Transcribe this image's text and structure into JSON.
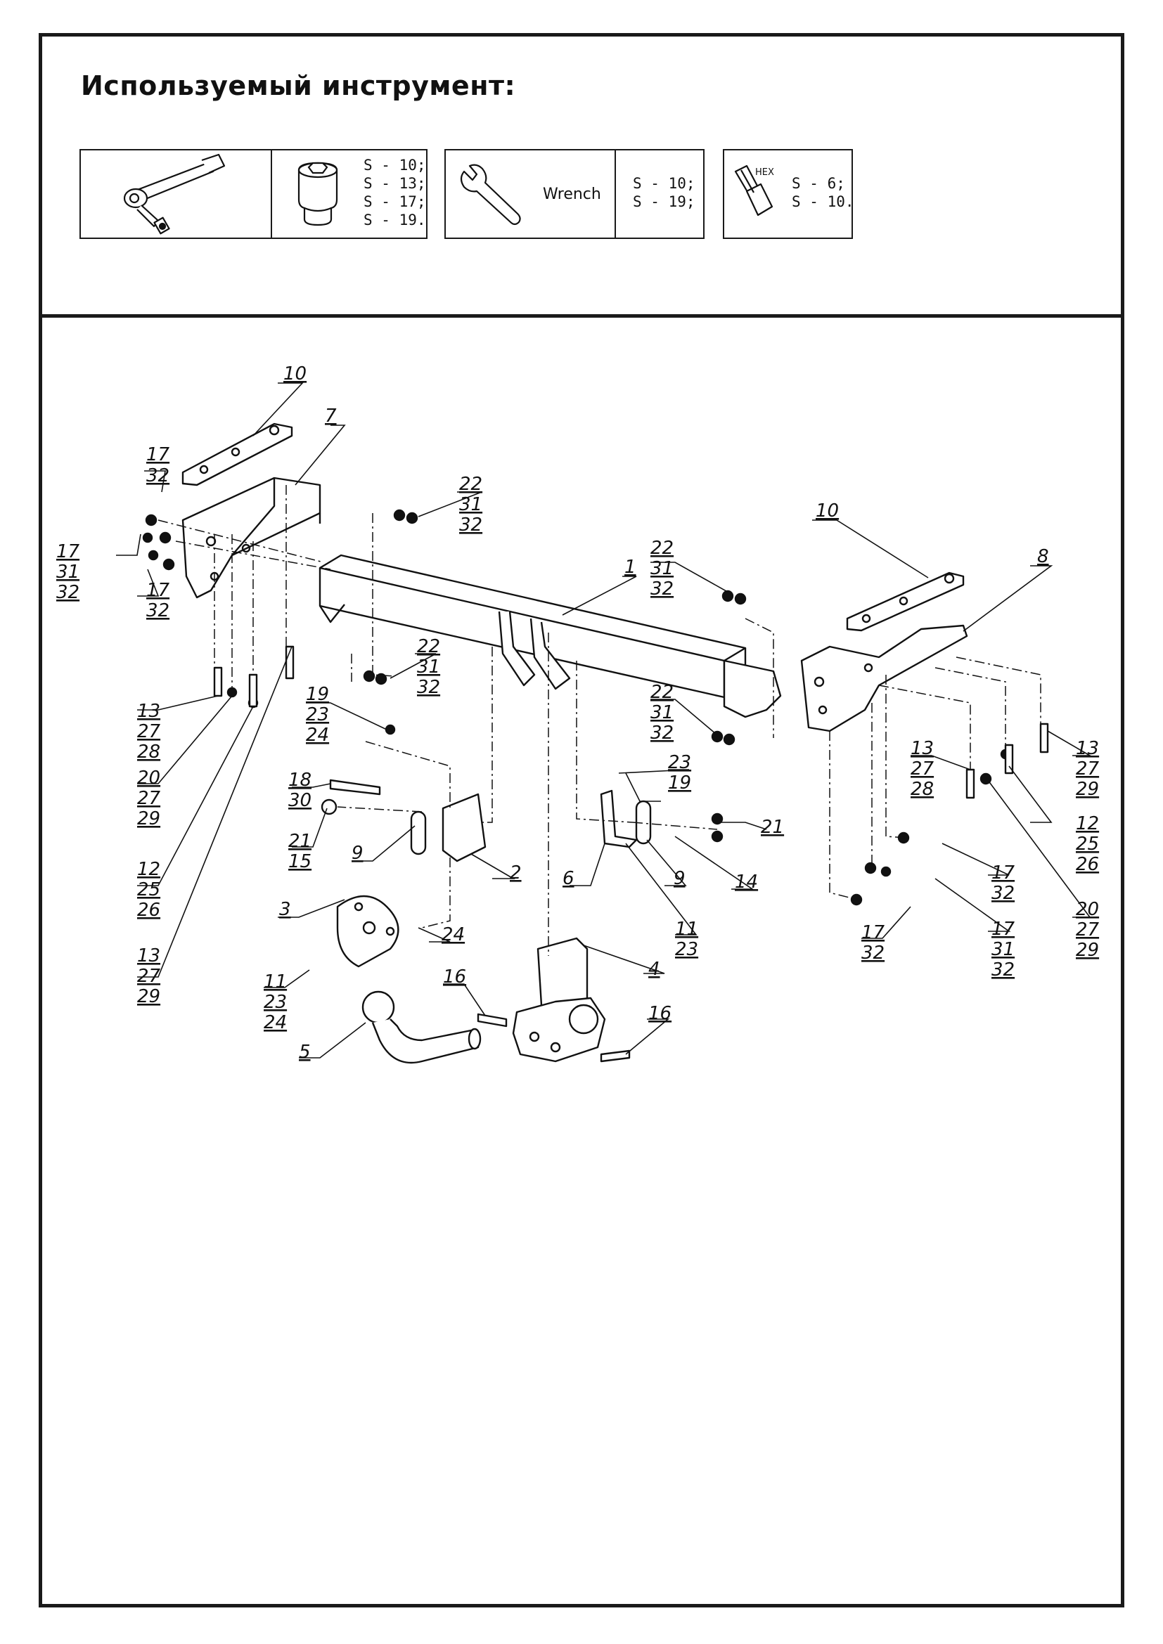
{
  "header": {
    "title": "Используемый инструмент:"
  },
  "tools": [
    {
      "icon": "ratchet-wrench-icon",
      "socket_icon": "socket-head-icon",
      "sizes": "S - 10;\nS - 13;\nS - 17;\nS - 19."
    },
    {
      "icon": "open-end-wrench-icon",
      "label": "Wrench",
      "sizes": "S - 10;\nS - 19;"
    },
    {
      "icon": "hex-key-icon",
      "label": "HEX",
      "sizes": "S - 6;\nS - 10."
    }
  ],
  "callouts": [
    {
      "id": "c-10a",
      "text": "10"
    },
    {
      "id": "c-7",
      "text": "7"
    },
    {
      "id": "c-17a",
      "text": "17"
    },
    {
      "id": "c-32a",
      "text": "32"
    },
    {
      "id": "c-17b",
      "text": "17"
    },
    {
      "id": "c-31b",
      "text": "31"
    },
    {
      "id": "c-32b",
      "text": "32"
    },
    {
      "id": "c-17c",
      "text": "17"
    },
    {
      "id": "c-32c",
      "text": "32"
    },
    {
      "id": "c-22a",
      "text": "22"
    },
    {
      "id": "c-31a",
      "text": "31"
    },
    {
      "id": "c-32d",
      "text": "32"
    },
    {
      "id": "c-1",
      "text": "1"
    },
    {
      "id": "c-22b",
      "text": "22"
    },
    {
      "id": "c-31c",
      "text": "31"
    },
    {
      "id": "c-32e",
      "text": "32"
    },
    {
      "id": "c-10b",
      "text": "10"
    },
    {
      "id": "c-8",
      "text": "8"
    },
    {
      "id": "c-22c",
      "text": "22"
    },
    {
      "id": "c-31d",
      "text": "31"
    },
    {
      "id": "c-32f",
      "text": "32"
    },
    {
      "id": "c-22d",
      "text": "22"
    },
    {
      "id": "c-31e",
      "text": "31"
    },
    {
      "id": "c-32g",
      "text": "32"
    },
    {
      "id": "c-13a",
      "text": "13"
    },
    {
      "id": "c-27a",
      "text": "27"
    },
    {
      "id": "c-28a",
      "text": "28"
    },
    {
      "id": "c-20a",
      "text": "20"
    },
    {
      "id": "c-27b",
      "text": "27"
    },
    {
      "id": "c-29a",
      "text": "29"
    },
    {
      "id": "c-19a",
      "text": "19"
    },
    {
      "id": "c-23a",
      "text": "23"
    },
    {
      "id": "c-24a",
      "text": "24"
    },
    {
      "id": "c-18",
      "text": "18"
    },
    {
      "id": "c-30",
      "text": "30"
    },
    {
      "id": "c-21a",
      "text": "21"
    },
    {
      "id": "c-15",
      "text": "15"
    },
    {
      "id": "c-9a",
      "text": "9"
    },
    {
      "id": "c-2",
      "text": "2"
    },
    {
      "id": "c-12a",
      "text": "12"
    },
    {
      "id": "c-25a",
      "text": "25"
    },
    {
      "id": "c-26a",
      "text": "26"
    },
    {
      "id": "c-23b",
      "text": "23"
    },
    {
      "id": "c-19b",
      "text": "19"
    },
    {
      "id": "c-21b",
      "text": "21"
    },
    {
      "id": "c-6",
      "text": "6"
    },
    {
      "id": "c-9b",
      "text": "9"
    },
    {
      "id": "c-14",
      "text": "14"
    },
    {
      "id": "c-11a",
      "text": "11"
    },
    {
      "id": "c-23c",
      "text": "23"
    },
    {
      "id": "c-3",
      "text": "3"
    },
    {
      "id": "c-24b",
      "text": "24"
    },
    {
      "id": "c-13b",
      "text": "13"
    },
    {
      "id": "c-27c",
      "text": "27"
    },
    {
      "id": "c-29b",
      "text": "29"
    },
    {
      "id": "c-11b",
      "text": "11"
    },
    {
      "id": "c-23d",
      "text": "23"
    },
    {
      "id": "c-24c",
      "text": "24"
    },
    {
      "id": "c-4",
      "text": "4"
    },
    {
      "id": "c-16a",
      "text": "16"
    },
    {
      "id": "c-16b",
      "text": "16"
    },
    {
      "id": "c-5",
      "text": "5"
    },
    {
      "id": "c-13c",
      "text": "13"
    },
    {
      "id": "c-27d",
      "text": "27"
    },
    {
      "id": "c-28b",
      "text": "28"
    },
    {
      "id": "c-13d",
      "text": "13"
    },
    {
      "id": "c-27e",
      "text": "27"
    },
    {
      "id": "c-29c",
      "text": "29"
    },
    {
      "id": "c-12b",
      "text": "12"
    },
    {
      "id": "c-25b",
      "text": "25"
    },
    {
      "id": "c-26b",
      "text": "26"
    },
    {
      "id": "c-17d",
      "text": "17"
    },
    {
      "id": "c-32h",
      "text": "32"
    },
    {
      "id": "c-17e",
      "text": "17"
    },
    {
      "id": "c-31f",
      "text": "31"
    },
    {
      "id": "c-32i",
      "text": "32"
    },
    {
      "id": "c-20b",
      "text": "20"
    },
    {
      "id": "c-27f",
      "text": "27"
    },
    {
      "id": "c-29d",
      "text": "29"
    },
    {
      "id": "c-17f",
      "text": "17"
    },
    {
      "id": "c-32j",
      "text": "32"
    }
  ]
}
